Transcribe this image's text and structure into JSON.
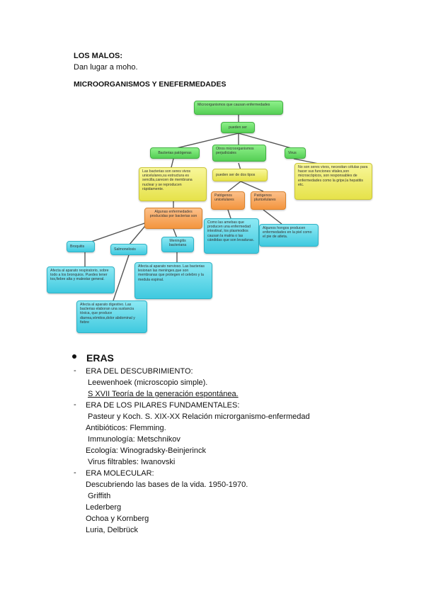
{
  "header": {
    "los_malos": "LOS MALOS:",
    "los_malos_desc": "Dan lugar a moho.",
    "section_title": "MICROORGANISMOS Y ENEFERMEDADES"
  },
  "concept_map": {
    "root": "Microorganismos que causan enfermedades",
    "pueden_ser": "pueden ser",
    "bacterias": "Bacterias patógenas",
    "otros": "Otros microorganismos perjudiciales",
    "virus": "Virus",
    "bacterias_desc": "Las bacterias son seres vivos unicelulares,su estructura es sencilla,carecen de membrana nuclear y se reproducen rápidamente.",
    "dos_tipos": "pueden ser de dos tipos",
    "virus_desc": "No son seres vivos, necesitan células para hacer sus funciones vitales,son microscópicos, son responsables de enfermedades como la gripe,la hepatitis etc.",
    "patogenos_uni": "Patógenos unicelulares",
    "patogenos_pluri": "Patógenos pluricelulares",
    "algunas_enf": "Algunas enfermedades producidas por bacterias son",
    "amebas": "Como las amebas que producen una enfermedad intestinal, los plasmodios causan la malria o las cándidas que son levaduras.",
    "hongos": "Algunos hongos producen enfermedades en la piel como el pie de atleta.",
    "bronquitis": "Broquitis",
    "salmonelosis": "Salmonelosis",
    "meningitis": "Meningitis bacteriana",
    "bronquitis_desc": "Afecta al aparato respiratorio, sobre todo a los bronquios. Puedes tener tos,fiebre alta y malestar general.",
    "meningitis_desc": "Afecta al aparato nervioso. Las bacterias lesionan las meninges,que son membranas que protegen el celebro y la medula espinal.",
    "salmonelosis_desc": "Afecta al aparato digestivo. Las bacterias elaboran una sustancia tóxica, que produce diarrea,vómitos,dolor abdominal y fiebre"
  },
  "eras": {
    "title": "ERAS",
    "descubrimiento": "ERA DEL DESCUBRIMIENTO:",
    "leeuwenhoek": "Leewenhoek (microscopio simple).",
    "sxvii": "S XVII Teoría de la generación espontánea.",
    "pilares": "ERA DE LOS PILARES FUNDAMENTALES:",
    "pasteur": "Pasteur y Koch. S. XIX-XX Relación microrganismo-enfermedad",
    "antibioticos": "Antibióticos: Flemming.",
    "immunologia": "Immunología: Metschnikov",
    "ecologia": "Ecología: Winogradsky-Beinjerinck",
    "virus_filtrables": "Virus filtrables: Iwanovski",
    "molecular": "ERA MOLECULAR:",
    "bases": "Descubriendo las bases de la vida. 1950-1970.",
    "griffith": "Griffith",
    "lederberg": "Lederberg",
    "ochoa": "Ochoa y Kornberg",
    "luria": "Luria, Delbrück",
    "dash": "-"
  }
}
